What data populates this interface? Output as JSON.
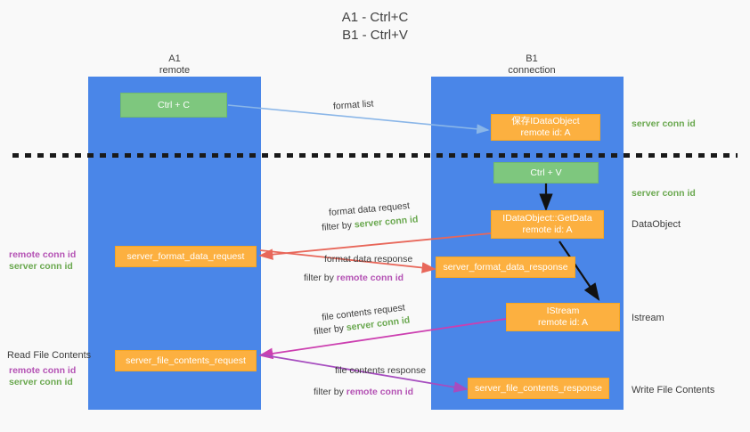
{
  "title": {
    "line1": "A1 - Ctrl+C",
    "line2": "B1 - Ctrl+V"
  },
  "lanes": [
    {
      "name": "A1",
      "sub": "remote"
    },
    {
      "name": "B1",
      "sub": "connection"
    }
  ],
  "nodes": {
    "ctrl_c": {
      "line1": "Ctrl + C"
    },
    "save_idataobject": {
      "line1": "保存IDataObject",
      "line2": "remote id: A"
    },
    "ctrl_v": {
      "line1": "Ctrl + V"
    },
    "getdata": {
      "line1": "IDataObject::GetData",
      "line2": "remote id: A"
    },
    "server_format_data_request": {
      "line1": "server_format_data_request"
    },
    "server_format_data_response": {
      "line1": "server_format_data_response"
    },
    "istream": {
      "line1": "IStream",
      "line2": "remote id: A"
    },
    "server_file_contents_request": {
      "line1": "server_file_contents_request"
    },
    "server_file_contents_response": {
      "line1": "server_file_contents_response"
    }
  },
  "edges": {
    "format_list": {
      "label": "format list"
    },
    "format_data_request": {
      "label": "format data request",
      "filter_prefix": "filter by ",
      "filter_value": "server conn id"
    },
    "format_data_response": {
      "label": "format data response",
      "filter_prefix": "filter by ",
      "filter_value": "remote conn id"
    },
    "file_contents_request": {
      "label": "file contents request",
      "filter_prefix": "filter by ",
      "filter_value": "server conn id"
    },
    "file_contents_response": {
      "label": "file contents response",
      "filter_prefix": "filter by ",
      "filter_value": "remote conn id"
    }
  },
  "right_labels": {
    "server_conn_id_1": "server conn id",
    "server_conn_id_2": "server conn id",
    "dataobject": "DataObject",
    "istream": "Istream",
    "write_file_contents": "Write File Contents"
  },
  "left_labels": {
    "remote_conn_id_1": "remote conn id",
    "server_conn_id_1": "server conn id",
    "read_file_contents": "Read File Contents",
    "remote_conn_id_2": "remote conn id",
    "server_conn_id_2": "server conn id"
  },
  "colors": {
    "lane": "#4a86e8",
    "orange": "#fcb040",
    "green_box": "#7ec77e",
    "green_text": "#6aa84f",
    "purple_text": "#b452b4",
    "arrow_lightblue": "#8ab6e8",
    "arrow_red": "#e8675a",
    "arrow_magenta": "#cc3fb0",
    "arrow_purple": "#a64dbf",
    "arrow_black": "#111111",
    "background": "#f9f9f9"
  }
}
